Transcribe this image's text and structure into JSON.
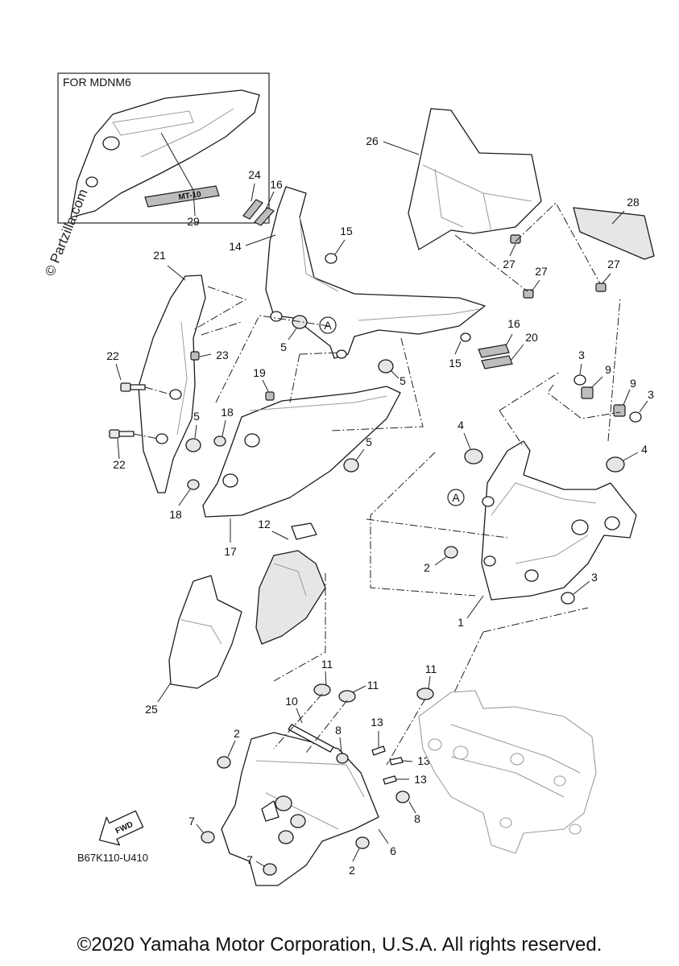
{
  "inset": {
    "label": "FOR MDNM6",
    "decal_text": "MT-10"
  },
  "watermark": "© Partzilla.com",
  "fwd_label": "FWD",
  "diagram_code": "B67K110-U410",
  "copyright": "©2020 Yamaha Motor Corporation, U.S.A. All rights reserved.",
  "callouts": {
    "c1": "1",
    "c2a": "2",
    "c2b": "2",
    "c2c": "2",
    "c3a": "3",
    "c3b": "3",
    "c3c": "3",
    "c4a": "4",
    "c4b": "4",
    "c5a": "5",
    "c5b": "5",
    "c5c": "5",
    "c5d": "5",
    "c6": "6",
    "c7a": "7",
    "c7b": "7",
    "c8a": "8",
    "c8b": "8",
    "c9a": "9",
    "c9b": "9",
    "c10": "10",
    "c11a": "11",
    "c11b": "11",
    "c11c": "11",
    "c12": "12",
    "c13a": "13",
    "c13b": "13",
    "c13c": "13",
    "c14": "14",
    "c15a": "15",
    "c15b": "15",
    "c16a": "16",
    "c16b": "16",
    "c17": "17",
    "c18a": "18",
    "c18b": "18",
    "c19": "19",
    "c20": "20",
    "c21": "21",
    "c22a": "22",
    "c22b": "22",
    "c23": "23",
    "c24": "24",
    "c25": "25",
    "c26": "26",
    "c27a": "27",
    "c27b": "27",
    "c27c": "27",
    "c28": "28",
    "c29": "29"
  },
  "refs": {
    "refA1": "A",
    "refA2": "A"
  }
}
